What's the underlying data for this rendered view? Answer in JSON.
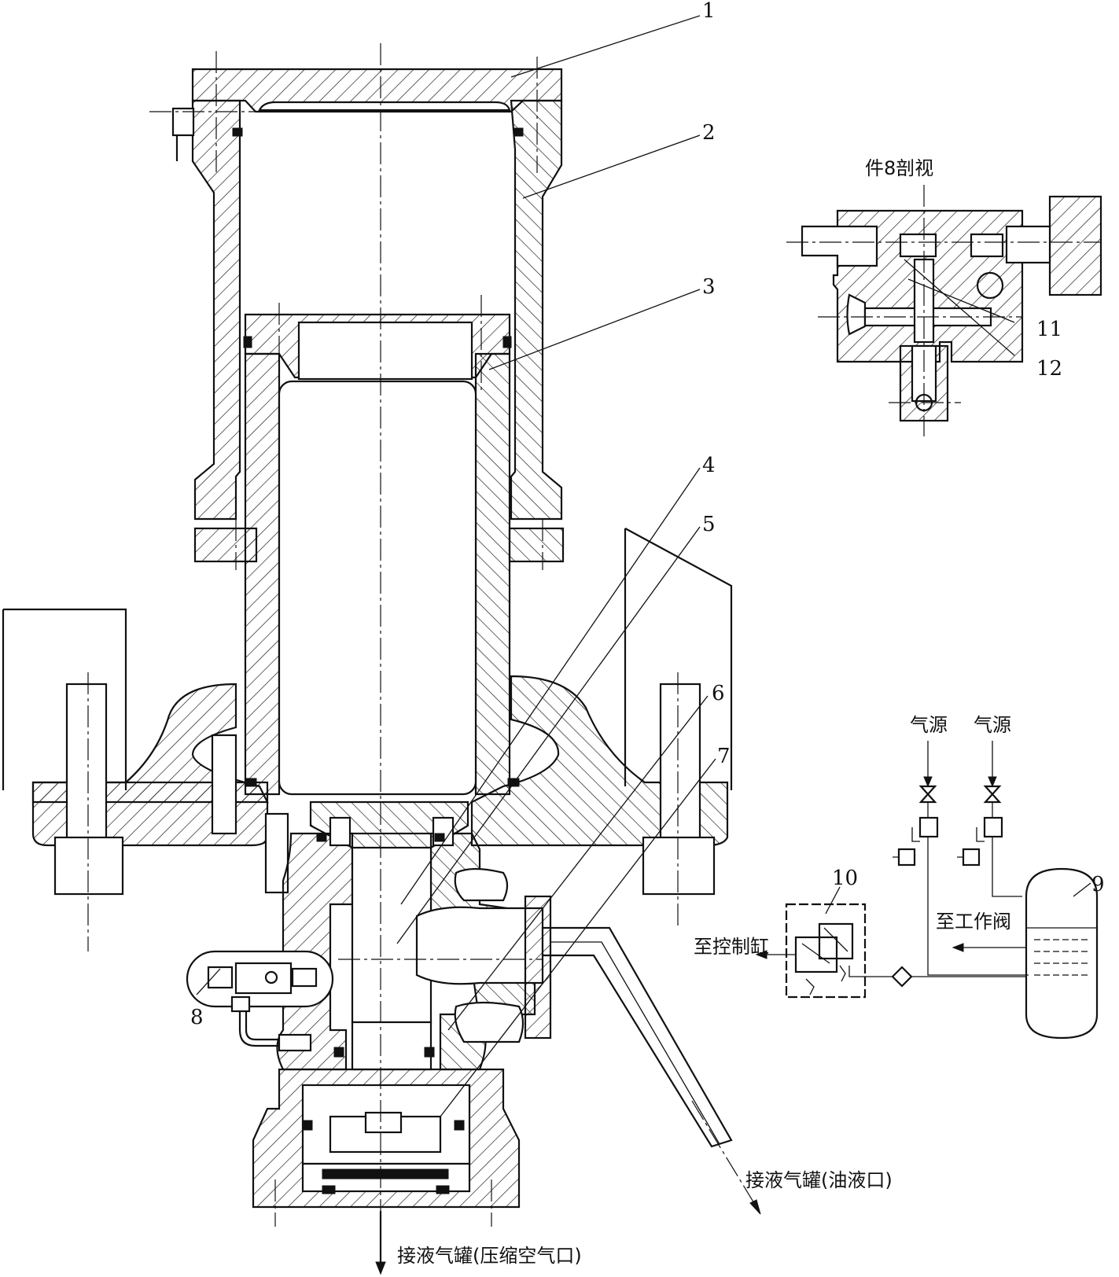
{
  "part_labels": [
    "1",
    "2",
    "3",
    "4",
    "5",
    "6",
    "7",
    "8",
    "9",
    "10",
    "11",
    "12"
  ],
  "inset": {
    "title": "件8剖视"
  },
  "pneumatic": {
    "air_source_1": "气源",
    "air_source_2": "气源",
    "to_control_cylinder": "至控制缸",
    "to_working_valve": "至工作阀"
  },
  "outlets": {
    "oil_port": "接液气罐(油液口)",
    "air_port": "接液气罐(压缩空气口)"
  },
  "colors": {
    "line": "#111111",
    "background": "#ffffff"
  }
}
